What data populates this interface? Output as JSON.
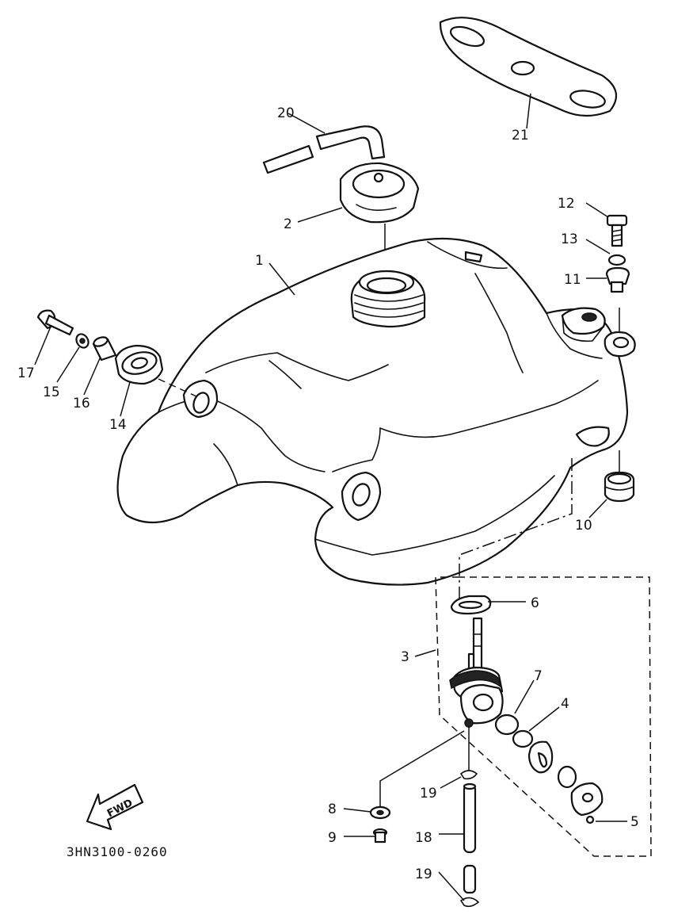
{
  "diagram": {
    "part_code": "3HN3100-0260",
    "direction_label": "FWD",
    "callouts": {
      "p1": "1",
      "p2": "2",
      "p3": "3",
      "p4": "4",
      "p5": "5",
      "p6": "6",
      "p7": "7",
      "p8": "8",
      "p9": "9",
      "p10": "10",
      "p11": "11",
      "p12": "12",
      "p13": "13",
      "p14": "14",
      "p15": "15",
      "p16": "16",
      "p17": "17",
      "p18": "18",
      "p19a": "19",
      "p19b": "19",
      "p20": "20",
      "p21": "21"
    }
  }
}
